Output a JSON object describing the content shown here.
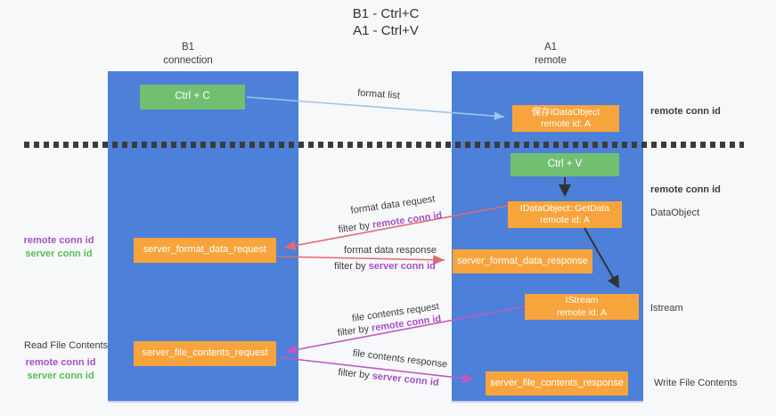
{
  "title": {
    "line1": "B1 - Ctrl+C",
    "line2": "A1 - Ctrl+V"
  },
  "lifelines": {
    "left": {
      "title": "B1",
      "subtitle": "connection"
    },
    "right": {
      "title": "A1",
      "subtitle": "remote"
    }
  },
  "nodes": {
    "ctrl_c": {
      "label": "Ctrl + C"
    },
    "ctrl_v": {
      "label": "Ctrl + V"
    },
    "save_dataobject": {
      "line1": "保存IDataObject",
      "line2": "remote id: A"
    },
    "getdata": {
      "line1": "IDataObject::GetData",
      "line2": "remote id: A"
    },
    "istream": {
      "line1": "IStream",
      "line2": "remote id: A"
    },
    "format_request": {
      "label": "server_format_data_request"
    },
    "format_response": {
      "label": "server_format_data_response"
    },
    "file_request": {
      "label": "server_file_contents_request"
    },
    "file_response": {
      "label": "server_file_contents_response"
    }
  },
  "arrows": {
    "format_list": {
      "label": "format list"
    },
    "format_data_request": {
      "label": "format data request",
      "filter_prefix": "filter by ",
      "filter_key": "remote conn id"
    },
    "format_data_response": {
      "label": "format data response",
      "filter_prefix": "filter by ",
      "filter_key": "server conn id"
    },
    "file_contents_request": {
      "label": "file contents request",
      "filter_prefix": "filter by ",
      "filter_key": "remote conn id"
    },
    "file_contents_response": {
      "label": "file contents response",
      "filter_prefix": "filter by ",
      "filter_key": "server conn id"
    }
  },
  "annotations": {
    "right_conn_top": "remote conn id",
    "right_conn_mid": "remote conn id",
    "dataobject": "DataObject",
    "istream": "Istream",
    "write_file": "Write File Contents",
    "read_file": "Read File Contents",
    "left_mid": {
      "remote": "remote conn id",
      "server": "server conn id"
    },
    "left_bottom": {
      "remote": "remote conn id",
      "server": "server conn id"
    }
  },
  "colors": {
    "column_blue": "#4d80d8",
    "node_orange": "#f8a43c",
    "node_green": "#72bf72",
    "arrow_light_blue": "#9fc5e8",
    "arrow_red": "#e06c72",
    "arrow_magenta": "#c05ac0",
    "arrow_black": "#333333",
    "text_purple": "#a450c5",
    "text_green": "#55bd55",
    "dash_line": "#3b3b3b"
  }
}
